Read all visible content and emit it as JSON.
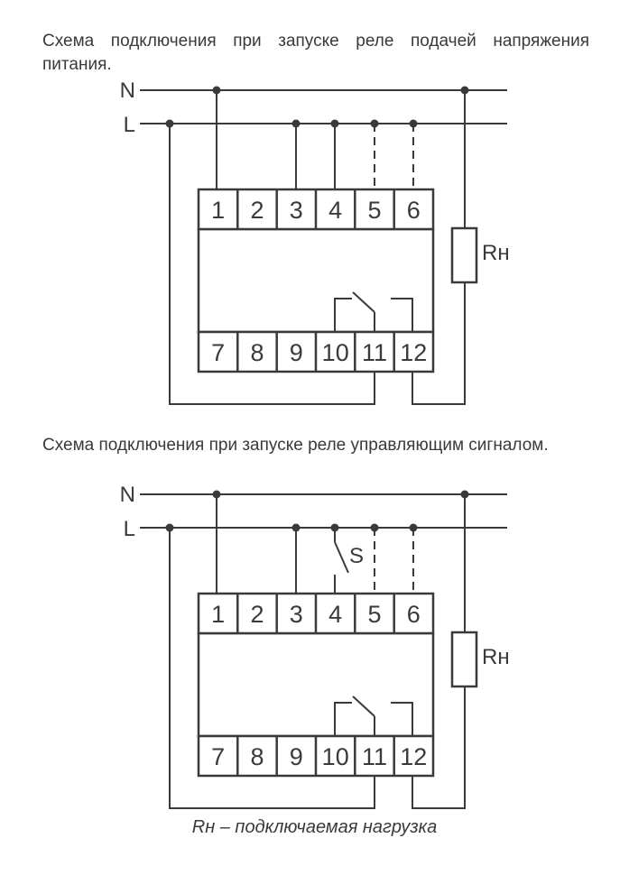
{
  "page": {
    "background": "#ffffff",
    "ink": "#3a3a3a"
  },
  "titles": {
    "diagram1": "Схема подключения при запуске реле подачей напряжения питания.",
    "diagram2": "Схема подключения при запуске реле управляющим сигналом."
  },
  "caption": "Rн – подключаемая нагрузка",
  "diagram1": {
    "line_n": "N",
    "line_l": "L",
    "load": "Rн",
    "top_terminals": [
      "1",
      "2",
      "3",
      "4",
      "5",
      "6"
    ],
    "bottom_terminals": [
      "7",
      "8",
      "9",
      "10",
      "11",
      "12"
    ]
  },
  "diagram2": {
    "line_n": "N",
    "line_l": "L",
    "load": "Rн",
    "switch": "S",
    "top_terminals": [
      "1",
      "2",
      "3",
      "4",
      "5",
      "6"
    ],
    "bottom_terminals": [
      "7",
      "8",
      "9",
      "10",
      "11",
      "12"
    ]
  }
}
